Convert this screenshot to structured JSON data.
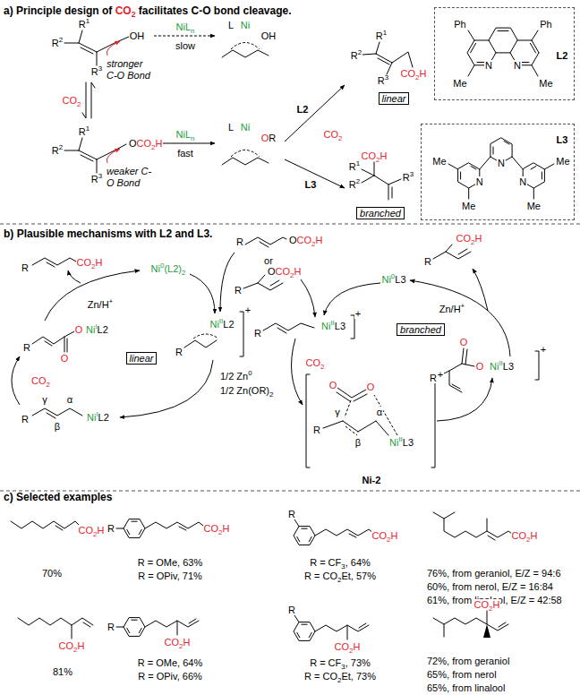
{
  "diagram": {
    "nodes": [
      {
        "text": [
          "Ph",
          "Ph",
          "L2",
          "N",
          "N",
          "Me",
          "Me"
        ]
      },
      {
        "text": [
          "linear"
        ]
      },
      {
        "text": [
          "L3",
          "Me",
          "Me",
          "N",
          "N",
          "N",
          "Me",
          "Me"
        ]
      },
      {
        "text": [
          "branched"
        ]
      },
      {
        "text": [
          "linear"
        ]
      },
      {
        "text": [
          "branched"
        ]
      }
    ],
    "labels": [
      "a) Principle design of CO2 facilitates C-O bond cleavage.",
      "R1",
      "R2",
      "R3",
      "OH",
      "stronger C-O Bond",
      "CO2",
      "R1",
      "R2",
      "R3",
      "OCO2H",
      "weaker C-O Bond",
      "NiLn",
      "slow",
      "NiLn",
      "fast",
      "L",
      "Ni",
      "OH",
      "L",
      "Ni",
      "OR",
      "L2",
      "CO2",
      "L3",
      "R1",
      "R2",
      "R3",
      "CO2H",
      "R1",
      "R2",
      "CO2H",
      "R3",
      "b) Plausible mechanisms with L2 and L3.",
      "R",
      "CO2H",
      "Zn/H+",
      "Ni0(L2)2",
      "NiIIL2",
      "+",
      "R",
      "1/2 Zn0",
      "1/2 Zn(OR)2",
      "R",
      "γ",
      "β",
      "α",
      "NiIL2",
      "CO2",
      "R",
      "O",
      "O",
      "NiIL2",
      "R",
      "OCO2H",
      "or",
      "OCO2H",
      "R",
      "R",
      "CO2H",
      "Ni0L3",
      "Zn/H+",
      "R",
      "NiIIL3",
      "+",
      "CO2",
      "O",
      "O",
      "R",
      "γ",
      "β",
      "α",
      "NiIIL3",
      "+",
      "Ni-2",
      "R",
      "O",
      "O",
      "NiIIL3",
      "+",
      "c) Selected examples",
      "CO2H",
      "70%",
      "R",
      "CO2H",
      "R = OMe, 63%",
      "R = OPiv, 71%",
      "R",
      "CO2H",
      "R = CF3, 64%",
      "R = CO2Et, 57%",
      "CO2H",
      "76%, from geraniol, E/Z = 94:6",
      "60%, from nerol, E/Z = 16:84",
      "61%, from linalool, E/Z = 42:58",
      "CO2H",
      "81%",
      "R",
      "CO2H",
      "R = OMe, 64%",
      "R = OPiv, 66%",
      "R",
      "CO2H",
      "R = CF3, 73%",
      "R = CO2Et, 73%",
      "CO2H",
      "72%, from geraniol",
      "65%, from nerol",
      "65%, from linalool"
    ]
  }
}
